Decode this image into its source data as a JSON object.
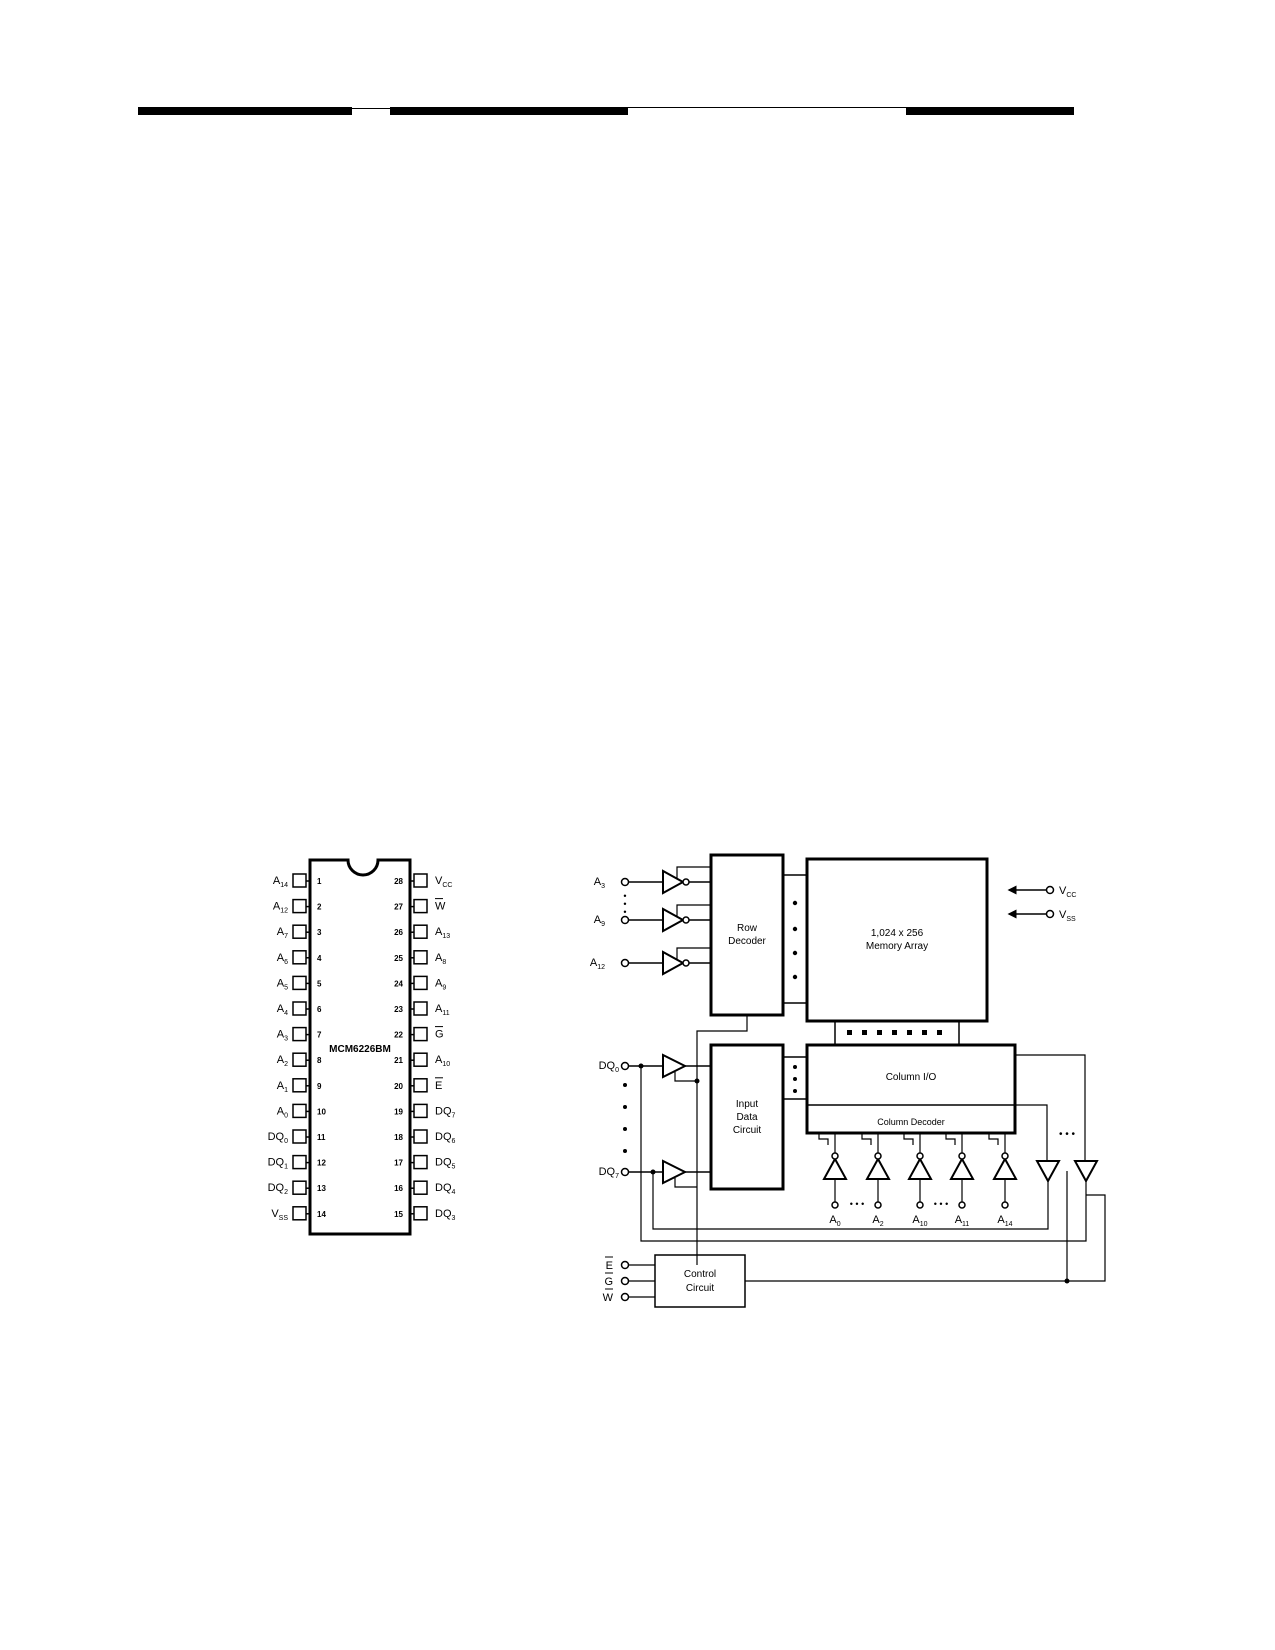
{
  "pinout": {
    "chip_label": "MCM6226BM",
    "left_pins": [
      {
        "num": "1",
        "name": "A",
        "sub": "14"
      },
      {
        "num": "2",
        "name": "A",
        "sub": "12"
      },
      {
        "num": "3",
        "name": "A",
        "sub": "7"
      },
      {
        "num": "4",
        "name": "A",
        "sub": "6"
      },
      {
        "num": "5",
        "name": "A",
        "sub": "5"
      },
      {
        "num": "6",
        "name": "A",
        "sub": "4"
      },
      {
        "num": "7",
        "name": "A",
        "sub": "3"
      },
      {
        "num": "8",
        "name": "A",
        "sub": "2"
      },
      {
        "num": "9",
        "name": "A",
        "sub": "1"
      },
      {
        "num": "10",
        "name": "A",
        "sub": "0"
      },
      {
        "num": "11",
        "name": "DQ",
        "sub": "0"
      },
      {
        "num": "12",
        "name": "DQ",
        "sub": "1"
      },
      {
        "num": "13",
        "name": "DQ",
        "sub": "2"
      },
      {
        "num": "14",
        "name": "V",
        "sub": "SS"
      }
    ],
    "right_pins": [
      {
        "num": "28",
        "name": "V",
        "sub": "CC"
      },
      {
        "num": "27",
        "name": "W",
        "sub": "",
        "bar": true
      },
      {
        "num": "26",
        "name": "A",
        "sub": "13"
      },
      {
        "num": "25",
        "name": "A",
        "sub": "8"
      },
      {
        "num": "24",
        "name": "A",
        "sub": "9"
      },
      {
        "num": "23",
        "name": "A",
        "sub": "11"
      },
      {
        "num": "22",
        "name": "G",
        "sub": "",
        "bar": true
      },
      {
        "num": "21",
        "name": "A",
        "sub": "10"
      },
      {
        "num": "20",
        "name": "E",
        "sub": "",
        "bar": true
      },
      {
        "num": "19",
        "name": "DQ",
        "sub": "7"
      },
      {
        "num": "18",
        "name": "DQ",
        "sub": "6"
      },
      {
        "num": "17",
        "name": "DQ",
        "sub": "5"
      },
      {
        "num": "16",
        "name": "DQ",
        "sub": "4"
      },
      {
        "num": "15",
        "name": "DQ",
        "sub": "3"
      }
    ]
  },
  "block_diagram": {
    "row_inputs": [
      {
        "name": "A",
        "sub": "3"
      },
      {
        "name": "A",
        "sub": "9"
      },
      {
        "name": "A",
        "sub": "12"
      }
    ],
    "row_decoder": [
      "Row",
      "Decoder"
    ],
    "memory_array": [
      "1,024 x 256",
      "Memory Array"
    ],
    "power": [
      {
        "name": "V",
        "sub": "CC"
      },
      {
        "name": "V",
        "sub": "SS"
      }
    ],
    "dq_inputs": [
      {
        "name": "DQ",
        "sub": "0"
      },
      {
        "name": "DQ",
        "sub": "7"
      }
    ],
    "input_data": [
      "Input",
      "Data",
      "Circuit"
    ],
    "column_io": "Column I/O",
    "column_decoder": "Column Decoder",
    "column_inputs": [
      {
        "name": "A",
        "sub": "0"
      },
      {
        "name": "A",
        "sub": "2"
      },
      {
        "name": "A",
        "sub": "10"
      },
      {
        "name": "A",
        "sub": "11"
      },
      {
        "name": "A",
        "sub": "14"
      }
    ],
    "control_inputs": [
      "E",
      "G",
      "W"
    ],
    "control_circuit": [
      "Control",
      "Circuit"
    ]
  }
}
